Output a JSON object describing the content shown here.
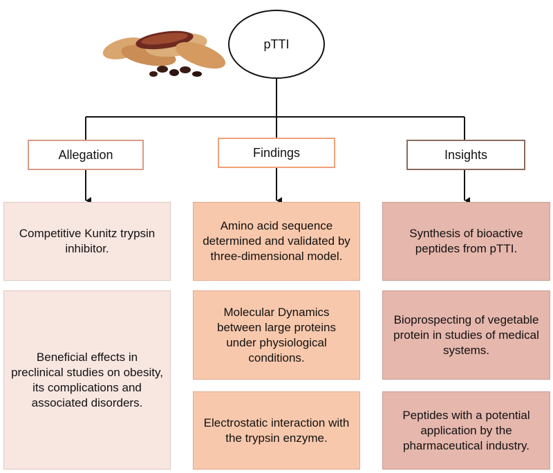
{
  "root": {
    "label": "pTTI"
  },
  "columns": [
    {
      "header": "Allegation",
      "cards": [
        "Competitive Kunitz trypsin inhibitor.",
        "Beneficial effects in preclinical studies on obesity, its complications and associated disorders."
      ]
    },
    {
      "header": "Findings",
      "cards": [
        "Amino acid sequence determined and validated by three-dimensional model.",
        "Molecular Dynamics between large proteins under physiological conditions.",
        "Electrostatic interaction with the trypsin enzyme."
      ]
    },
    {
      "header": "Insights",
      "cards": [
        "Synthesis of bioactive peptides from pTTI.",
        "Bioprospecting of vegetable protein in studies of medical systems.",
        "Peptides with a potential application by the pharmaceutical industry."
      ]
    }
  ],
  "colors": {
    "allegation_fill": "#f8e6e1",
    "findings_fill": "#f8c8ac",
    "insights_fill": "#e6b7ad",
    "line": "#111111"
  }
}
